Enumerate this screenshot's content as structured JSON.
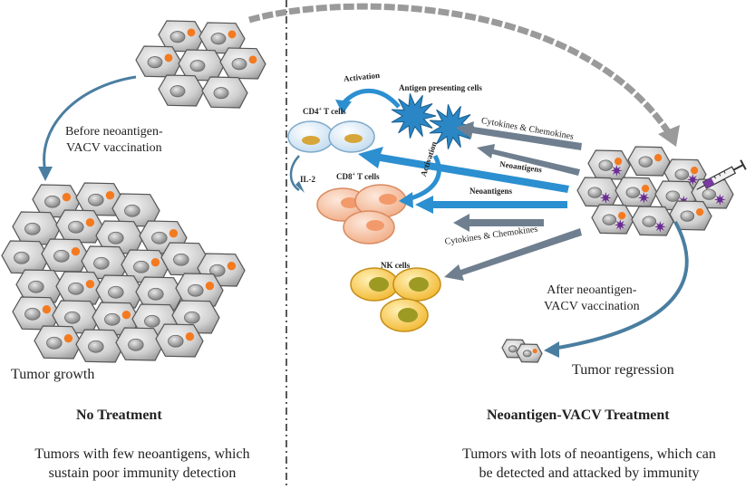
{
  "left": {
    "before_line1": "Before neoantigen-",
    "before_line2": "VACV vaccination",
    "tumor_growth": "Tumor growth",
    "title": "No Treatment",
    "caption_line1": "Tumors with few neoantigens, which",
    "caption_line2": "sustain poor immunity detection"
  },
  "right": {
    "activation_top": "Activation",
    "apc": "Antigen presenting cells",
    "cd4": "CD4",
    "cd4_sup": "+",
    "cd4_suffix": " T cells",
    "cd8": "CD8",
    "cd8_sup": "+",
    "cd8_suffix": " T cells",
    "il2": "IL-2",
    "activation_mid": "Activation",
    "cytokines_top": "Cytokines & Chemokines",
    "neoantigens_1": "Neoantigens",
    "neoantigens_2": "Neoantigens",
    "cytokines_bottom": "Cytokines & Chemokines",
    "nk": "NK cells",
    "after_line1": "After neoantigen-",
    "after_line2": "VACV vaccination",
    "tumor_regression": "Tumor regression",
    "title": "Neoantigen-VACV Treatment",
    "caption_line1": "Tumors with lots of neoantigens, which can",
    "caption_line2": "be detected and attacked by immunity"
  },
  "colors": {
    "arrow_blue": "#2b8fd0",
    "arrow_gray": "#6f7f8f",
    "tumor_spot": "#f47a20",
    "neoantigen_star": "#6a2c91",
    "apc_blue": "#2a86c4"
  }
}
